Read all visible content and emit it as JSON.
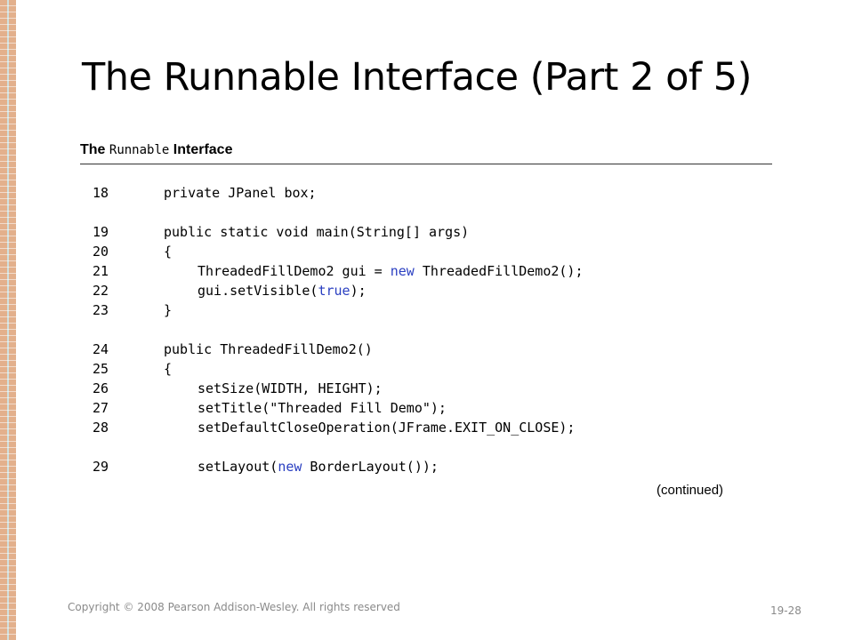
{
  "slide": {
    "title": "The Runnable Interface (Part 2 of 5)",
    "figure_heading": {
      "prefix": "The ",
      "code_word": "Runnable",
      "suffix": " Interface"
    },
    "code_lines": [
      {
        "number": "18",
        "indent": 1,
        "segments": [
          {
            "text": "private JPanel box;"
          }
        ]
      },
      {
        "number": "19",
        "indent": 1,
        "segments": [
          {
            "text": "public static void main(String[] args)"
          }
        ]
      },
      {
        "number": "20",
        "indent": 1,
        "segments": [
          {
            "text": "{"
          }
        ]
      },
      {
        "number": "21",
        "indent": 2,
        "segments": [
          {
            "text": "ThreadedFillDemo2 gui = "
          },
          {
            "text": "new",
            "keyword": true
          },
          {
            "text": " ThreadedFillDemo2();"
          }
        ]
      },
      {
        "number": "22",
        "indent": 2,
        "segments": [
          {
            "text": "gui.setVisible("
          },
          {
            "text": "true",
            "keyword": true
          },
          {
            "text": ");"
          }
        ]
      },
      {
        "number": "23",
        "indent": 1,
        "segments": [
          {
            "text": "}"
          }
        ]
      },
      {
        "number": "24",
        "indent": 1,
        "segments": [
          {
            "text": "public ThreadedFillDemo2()"
          }
        ]
      },
      {
        "number": "25",
        "indent": 1,
        "segments": [
          {
            "text": "{"
          }
        ]
      },
      {
        "number": "26",
        "indent": 2,
        "segments": [
          {
            "text": "setSize(WIDTH, HEIGHT);"
          }
        ]
      },
      {
        "number": "27",
        "indent": 2,
        "segments": [
          {
            "text": "setTitle(\"Threaded Fill Demo\");"
          }
        ]
      },
      {
        "number": "28",
        "indent": 2,
        "segments": [
          {
            "text": "setDefaultCloseOperation(JFrame.EXIT_ON_CLOSE);"
          }
        ]
      },
      {
        "number": "29",
        "indent": 2,
        "segments": [
          {
            "text": "setLayout("
          },
          {
            "text": "new",
            "keyword": true
          },
          {
            "text": " BorderLayout());"
          }
        ]
      }
    ],
    "continued_label": "(continued)",
    "footer": {
      "copyright": "Copyright © 2008 Pearson Addison-Wesley. All rights reserved",
      "page_number": "19-28"
    }
  },
  "colors": {
    "keyword": "#2a3fc1",
    "footer_text": "#8a8a8a",
    "side_bar": "#e3b08c"
  }
}
